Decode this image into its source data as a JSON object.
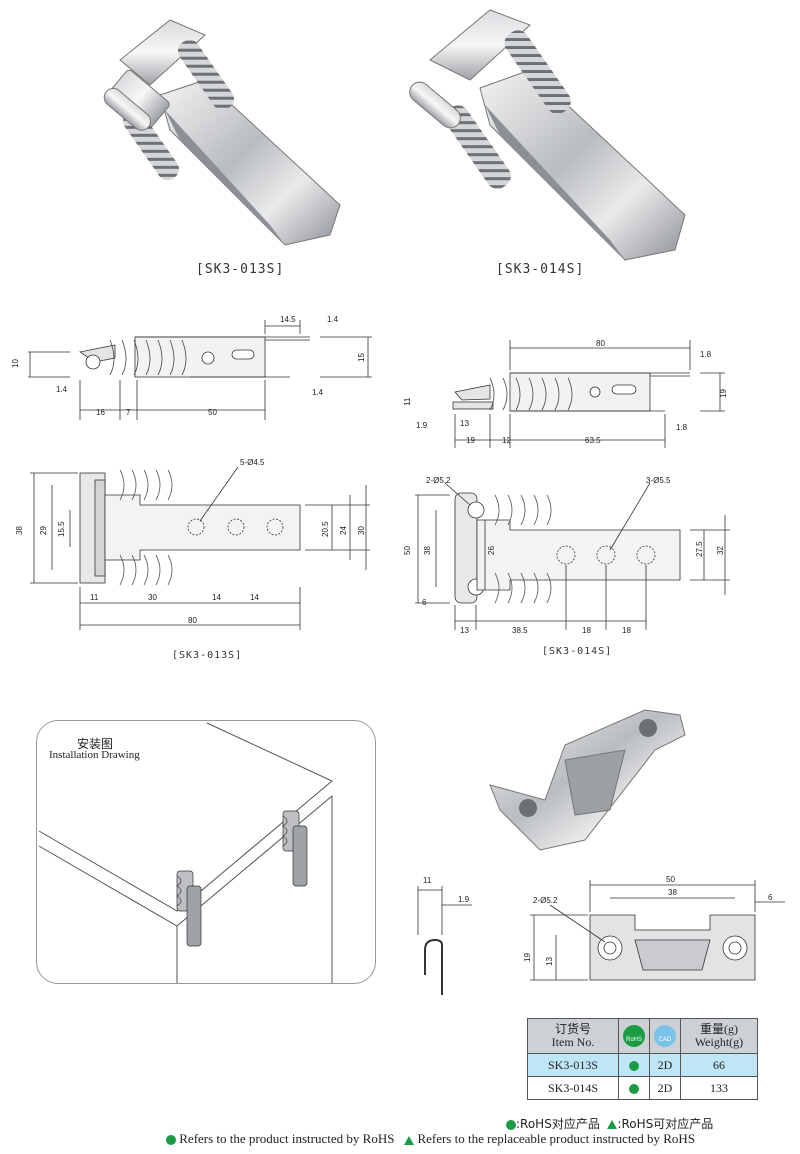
{
  "products": {
    "a": {
      "label": "[SK3-013S]",
      "plan_label": "[SK3-013S]"
    },
    "b": {
      "label": "[SK3-014S]",
      "plan_label": "[SK3-014S]"
    }
  },
  "dims_a_side": [
    "10",
    "1.4",
    "14.5",
    "1.4",
    "15",
    "1.4",
    "16",
    "7",
    "50"
  ],
  "dims_b_side": [
    "80",
    "1.8",
    "11",
    "19",
    "1.9",
    "13",
    "19",
    "12",
    "63.5",
    "1.8"
  ],
  "dims_a_plan": [
    "5-Ø4.5",
    "38",
    "29",
    "15.5",
    "20.5",
    "24",
    "30",
    "11",
    "30",
    "14",
    "14",
    "80"
  ],
  "dims_b_plan": [
    "2-Ø5.2",
    "3-Ø5.5",
    "50",
    "38",
    "26",
    "27.5",
    "32",
    "6",
    "13",
    "38.5",
    "18",
    "18"
  ],
  "dims_strike": [
    "11",
    "1.9",
    "50",
    "38",
    "6",
    "2-Ø5.2",
    "19",
    "13"
  ],
  "installation": {
    "title_cn": "安装图",
    "title_en": "Installation Drawing"
  },
  "table": {
    "head": {
      "item_cn": "订货号",
      "item_en": "Item No.",
      "rohs": "RoHS",
      "cad": "CAD",
      "weight_cn": "重量(g)",
      "weight_en": "Weight(g)"
    },
    "rows": [
      {
        "item": "SK3-013S",
        "cad": "2D",
        "weight": "66"
      },
      {
        "item": "SK3-014S",
        "cad": "2D",
        "weight": "133"
      }
    ]
  },
  "legend": {
    "cn_rohs": ":RoHS对应产品",
    "cn_replace": ":RoHS可对应产品",
    "en_rohs": "Refers to the product instructed by RoHS",
    "en_replace": "Refers to the replaceable product instructed by RoHS"
  },
  "colors": {
    "rohs_green": "#1a9b44",
    "highlight_row": "#bfe6f6",
    "header_row": "#cdd1d6"
  }
}
